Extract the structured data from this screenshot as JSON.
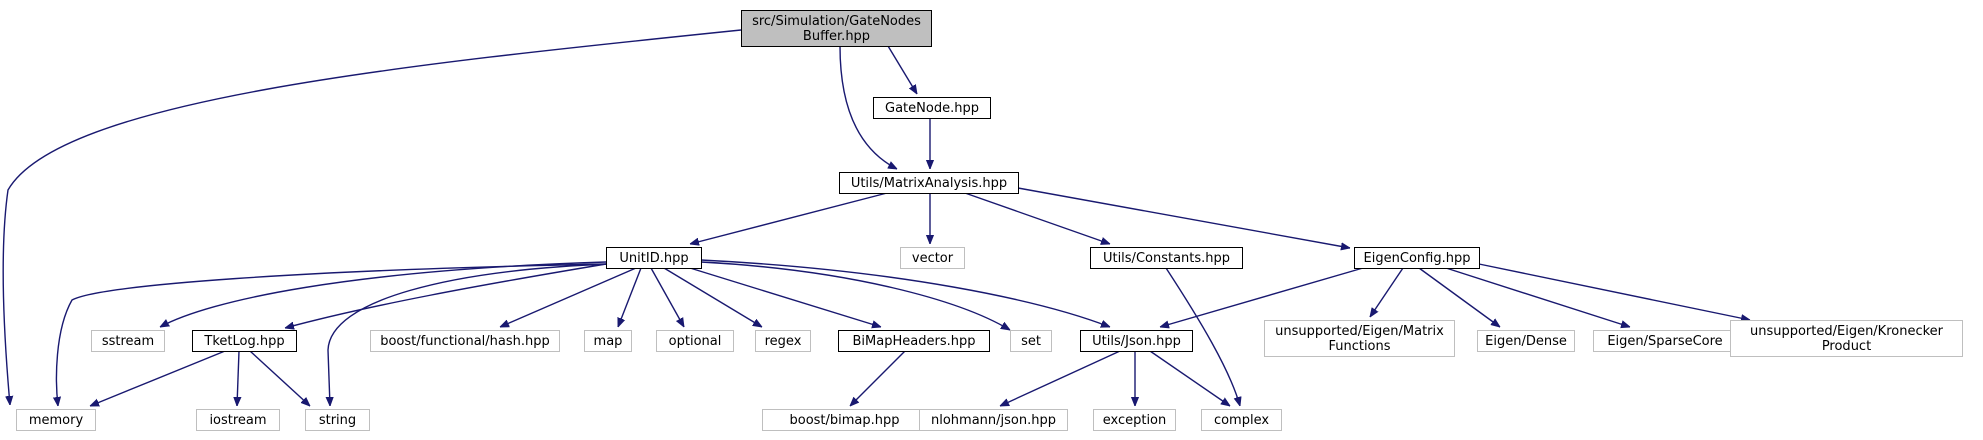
{
  "colors": {
    "edge": "#191970",
    "root_fill": "#bfbfbf",
    "node_border": "#000000",
    "system_border": "#bfbfbf",
    "background": "#ffffff"
  },
  "nodes": [
    {
      "id": "root",
      "lines": [
        "src/Simulation/GateNodes",
        "Buffer.hpp"
      ],
      "kind": "root"
    },
    {
      "id": "gatenode",
      "lines": [
        "GateNode.hpp"
      ],
      "kind": "local"
    },
    {
      "id": "matrix",
      "lines": [
        "Utils/MatrixAnalysis.hpp"
      ],
      "kind": "local"
    },
    {
      "id": "unitid",
      "lines": [
        "UnitID.hpp"
      ],
      "kind": "local"
    },
    {
      "id": "vector",
      "lines": [
        "vector"
      ],
      "kind": "system"
    },
    {
      "id": "constants",
      "lines": [
        "Utils/Constants.hpp"
      ],
      "kind": "local"
    },
    {
      "id": "eigenconfig",
      "lines": [
        "EigenConfig.hpp"
      ],
      "kind": "local"
    },
    {
      "id": "sstream",
      "lines": [
        "sstream"
      ],
      "kind": "system"
    },
    {
      "id": "tketlog",
      "lines": [
        "TketLog.hpp"
      ],
      "kind": "local"
    },
    {
      "id": "boosthash",
      "lines": [
        "boost/functional/hash.hpp"
      ],
      "kind": "system"
    },
    {
      "id": "map",
      "lines": [
        "map"
      ],
      "kind": "system"
    },
    {
      "id": "optional",
      "lines": [
        "optional"
      ],
      "kind": "system"
    },
    {
      "id": "regex",
      "lines": [
        "regex"
      ],
      "kind": "system"
    },
    {
      "id": "bimap",
      "lines": [
        "BiMapHeaders.hpp"
      ],
      "kind": "local"
    },
    {
      "id": "set",
      "lines": [
        "set"
      ],
      "kind": "system"
    },
    {
      "id": "json",
      "lines": [
        "Utils/Json.hpp"
      ],
      "kind": "local"
    },
    {
      "id": "matfunc",
      "lines": [
        "unsupported/Eigen/Matrix",
        "Functions"
      ],
      "kind": "system"
    },
    {
      "id": "dense",
      "lines": [
        "Eigen/Dense"
      ],
      "kind": "system"
    },
    {
      "id": "sparse",
      "lines": [
        "Eigen/SparseCore"
      ],
      "kind": "system"
    },
    {
      "id": "kron",
      "lines": [
        "unsupported/Eigen/Kronecker",
        "Product"
      ],
      "kind": "system"
    },
    {
      "id": "memory",
      "lines": [
        "memory"
      ],
      "kind": "system"
    },
    {
      "id": "iostream",
      "lines": [
        "iostream"
      ],
      "kind": "system"
    },
    {
      "id": "string",
      "lines": [
        "string"
      ],
      "kind": "system"
    },
    {
      "id": "boostbimap",
      "lines": [
        "boost/bimap.hpp"
      ],
      "kind": "system"
    },
    {
      "id": "nlohmann",
      "lines": [
        "nlohmann/json.hpp"
      ],
      "kind": "system"
    },
    {
      "id": "exception",
      "lines": [
        "exception"
      ],
      "kind": "system"
    },
    {
      "id": "complex",
      "lines": [
        "complex"
      ],
      "kind": "system"
    }
  ],
  "edges": [
    {
      "from": "root",
      "to": "memory"
    },
    {
      "from": "root",
      "to": "gatenode"
    },
    {
      "from": "root",
      "to": "matrix"
    },
    {
      "from": "gatenode",
      "to": "matrix"
    },
    {
      "from": "matrix",
      "to": "unitid"
    },
    {
      "from": "matrix",
      "to": "vector"
    },
    {
      "from": "matrix",
      "to": "constants"
    },
    {
      "from": "matrix",
      "to": "eigenconfig"
    },
    {
      "from": "unitid",
      "to": "memory"
    },
    {
      "from": "unitid",
      "to": "sstream"
    },
    {
      "from": "unitid",
      "to": "tketlog"
    },
    {
      "from": "unitid",
      "to": "string"
    },
    {
      "from": "unitid",
      "to": "boosthash"
    },
    {
      "from": "unitid",
      "to": "map"
    },
    {
      "from": "unitid",
      "to": "optional"
    },
    {
      "from": "unitid",
      "to": "regex"
    },
    {
      "from": "unitid",
      "to": "bimap"
    },
    {
      "from": "unitid",
      "to": "set"
    },
    {
      "from": "unitid",
      "to": "json"
    },
    {
      "from": "constants",
      "to": "complex"
    },
    {
      "from": "eigenconfig",
      "to": "json"
    },
    {
      "from": "eigenconfig",
      "to": "matfunc"
    },
    {
      "from": "eigenconfig",
      "to": "dense"
    },
    {
      "from": "eigenconfig",
      "to": "sparse"
    },
    {
      "from": "eigenconfig",
      "to": "kron"
    },
    {
      "from": "tketlog",
      "to": "memory"
    },
    {
      "from": "tketlog",
      "to": "iostream"
    },
    {
      "from": "tketlog",
      "to": "string"
    },
    {
      "from": "bimap",
      "to": "boostbimap"
    },
    {
      "from": "json",
      "to": "nlohmann"
    },
    {
      "from": "json",
      "to": "exception"
    },
    {
      "from": "json",
      "to": "complex"
    }
  ]
}
